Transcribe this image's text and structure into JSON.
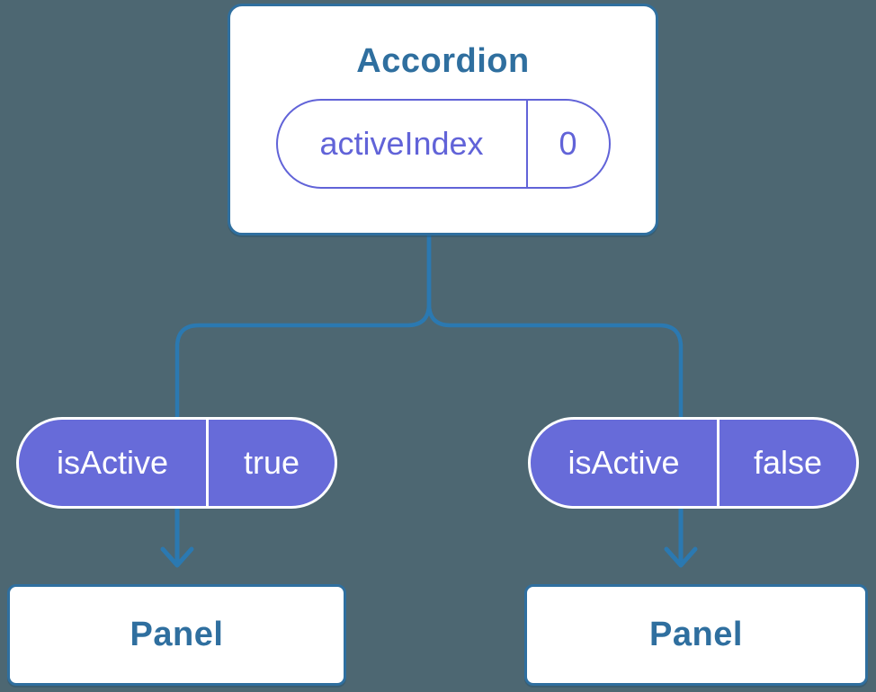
{
  "diagram": {
    "description": "React component tree diagram: Accordion parent holding state, passing isActive props to two Panel children",
    "colors": {
      "background": "#4D6772",
      "node_fill": "#FFFFFF",
      "node_border_blue": "#2F6F9F",
      "text_blue": "#2F6F9F",
      "connector_blue": "#2B79B1",
      "pill_purple": "#676BD9",
      "pill_outline_purple": "#6163D8",
      "pill_text_white": "#FFFFFF"
    },
    "root": {
      "title": "Accordion",
      "state": {
        "name": "activeIndex",
        "value": "0"
      }
    },
    "children": [
      {
        "prop": {
          "name": "isActive",
          "value": "true"
        },
        "label": "Panel"
      },
      {
        "prop": {
          "name": "isActive",
          "value": "false"
        },
        "label": "Panel"
      }
    ]
  }
}
